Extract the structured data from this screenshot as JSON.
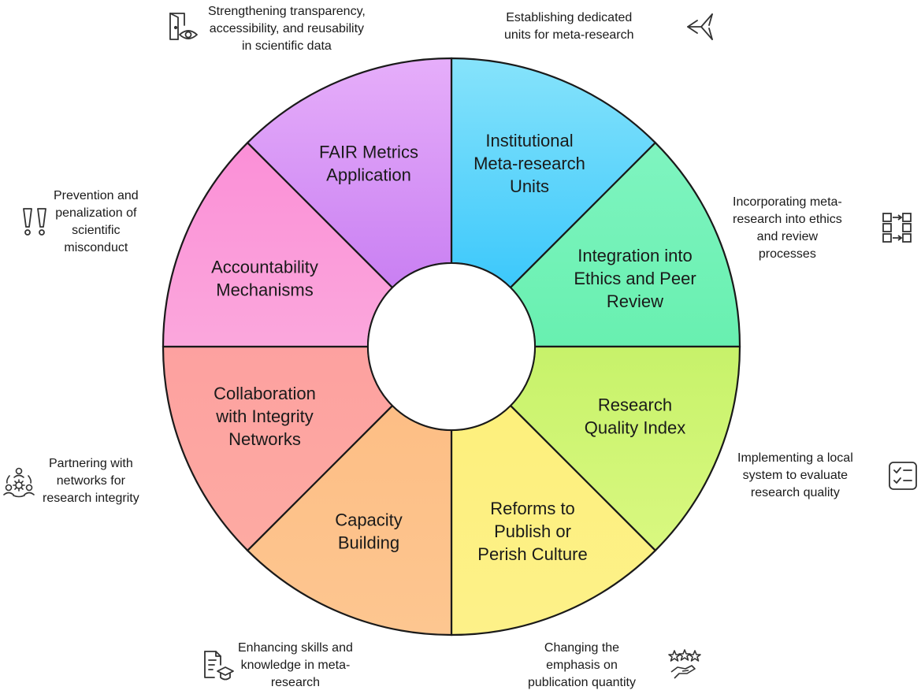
{
  "segments": [
    {
      "id": "institutional",
      "label": [
        "Institutional",
        "Meta-research",
        "Units"
      ],
      "color": "#5ccdf9",
      "description": [
        "Establishing dedicated",
        "units for meta-research"
      ],
      "icon": "direction-arrows-icon"
    },
    {
      "id": "ethics",
      "label": [
        "Integration into",
        "Ethics and Peer",
        "Review"
      ],
      "color": "#6ff2b6",
      "description": [
        "Incorporating meta-",
        "research into ethics",
        "and review",
        "processes"
      ],
      "icon": "flow-blocks-icon"
    },
    {
      "id": "quality-index",
      "label": [
        "Research",
        "Quality Index"
      ],
      "color": "#d6f56a",
      "description": [
        "Implementing a local",
        "system to evaluate",
        "research quality"
      ],
      "icon": "checklist-icon"
    },
    {
      "id": "publish-perish",
      "label": [
        "Reforms to",
        "Publish or",
        "Perish Culture"
      ],
      "color": "#fdf083",
      "description": [
        "Changing the",
        "emphasis on",
        "publication quantity"
      ],
      "icon": "stars-hand-icon"
    },
    {
      "id": "capacity",
      "label": [
        "Capacity",
        "Building"
      ],
      "color": "#fdc18a",
      "description": [
        "Enhancing skills and",
        "knowledge in meta-",
        "research"
      ],
      "icon": "document-graduate-icon"
    },
    {
      "id": "collaboration",
      "label": [
        "Collaboration",
        "with Integrity",
        "Networks"
      ],
      "color": "#fda8a1",
      "description": [
        "Partnering with",
        "networks for",
        "research integrity"
      ],
      "icon": "network-people-icon"
    },
    {
      "id": "accountability",
      "label": [
        "Accountability",
        "Mechanisms"
      ],
      "color": "#fb9ad8",
      "description": [
        "Prevention and",
        "penalization of",
        "scientific",
        "misconduct"
      ],
      "icon": "double-exclamation-icon"
    },
    {
      "id": "fair",
      "label": [
        "FAIR Metrics",
        "Application"
      ],
      "color": "#dd99f6",
      "description": [
        "Strengthening transparency,",
        "accessibility, and reusability",
        "in scientific data"
      ],
      "icon": "door-eye-icon"
    }
  ]
}
